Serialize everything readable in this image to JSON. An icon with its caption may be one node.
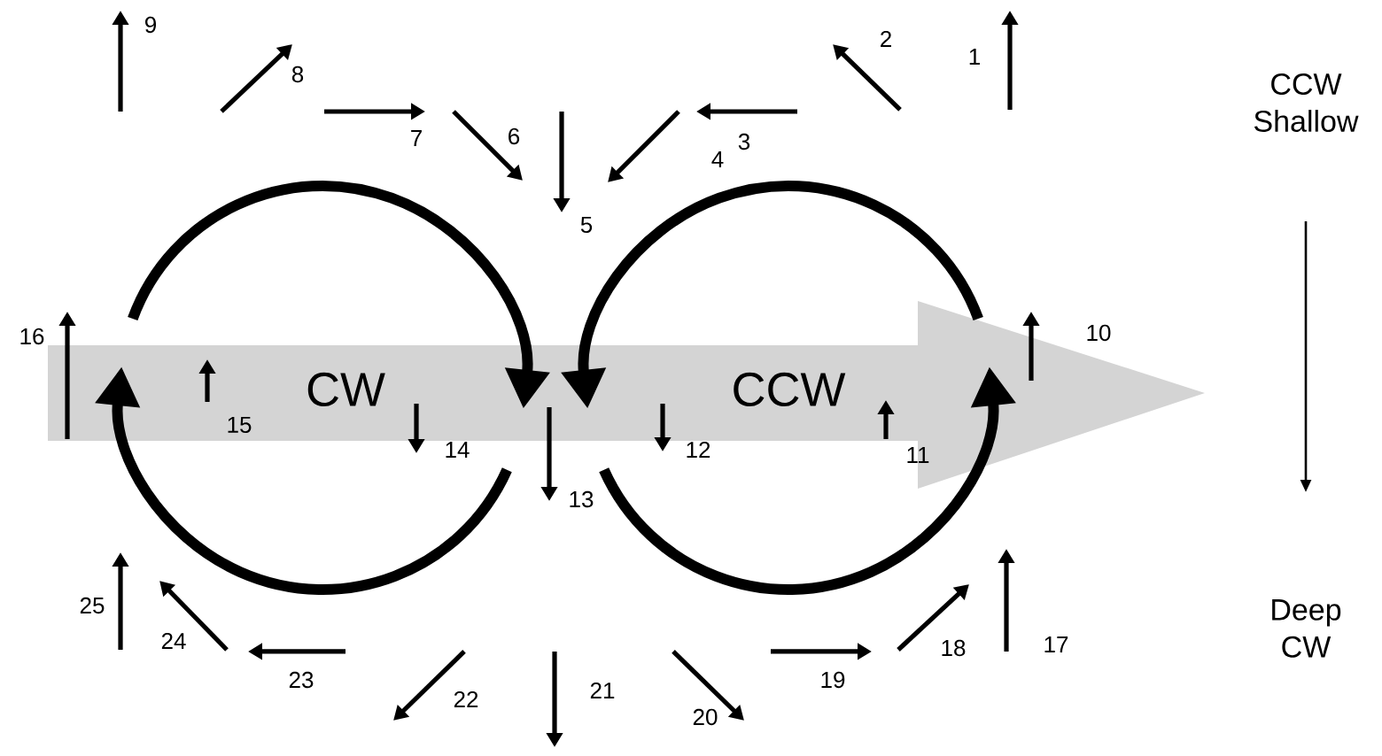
{
  "diagram": {
    "labels": [
      "1",
      "2",
      "3",
      "4",
      "5",
      "6",
      "7",
      "8",
      "9",
      "10",
      "11",
      "12",
      "13",
      "14",
      "15",
      "16",
      "17",
      "18",
      "19",
      "20",
      "21",
      "22",
      "23",
      "24",
      "25",
      "CW",
      "CCW",
      "CCW Shallow",
      "Deep CW"
    ]
  }
}
